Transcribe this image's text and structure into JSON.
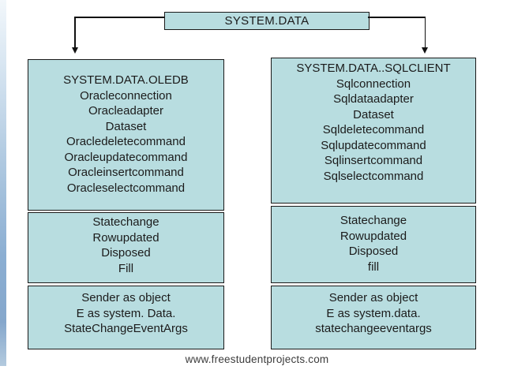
{
  "diagram": {
    "root": {
      "label": "SYSTEM.DATA"
    },
    "left_box": {
      "classes": [
        "SYSTEM.DATA.OLEDB",
        "Oracleconnection",
        "Oracleadapter",
        "Dataset",
        "Oracledeletecommand",
        "Oracleupdatecommand",
        "Oracleinsertcommand",
        "Oracleselectcommand"
      ],
      "events": [
        "Statechange",
        "Rowupdated",
        "Disposed",
        "Fill"
      ],
      "event_args": [
        "Sender as object",
        "E as system. Data.",
        "StateChangeEventArgs"
      ]
    },
    "right_box": {
      "classes": [
        "SYSTEM.DATA..SQLCLIENT",
        "Sqlconnection",
        "Sqldataadapter",
        "Dataset",
        "Sqldeletecommand",
        "Sqlupdatecommand",
        "Sqlinsertcommand",
        "Sqlselectcommand"
      ],
      "events": [
        "Statechange",
        "Rowupdated",
        "Disposed",
        "fill"
      ],
      "event_args": [
        "Sender as object",
        "E as system.data.",
        "statechangeeventargs"
      ]
    },
    "footer": "www.freestudentprojects.com",
    "colors": {
      "box_fill": "#b8dde0",
      "border": "#1a1a1a",
      "text": "#1b1b1b"
    }
  }
}
